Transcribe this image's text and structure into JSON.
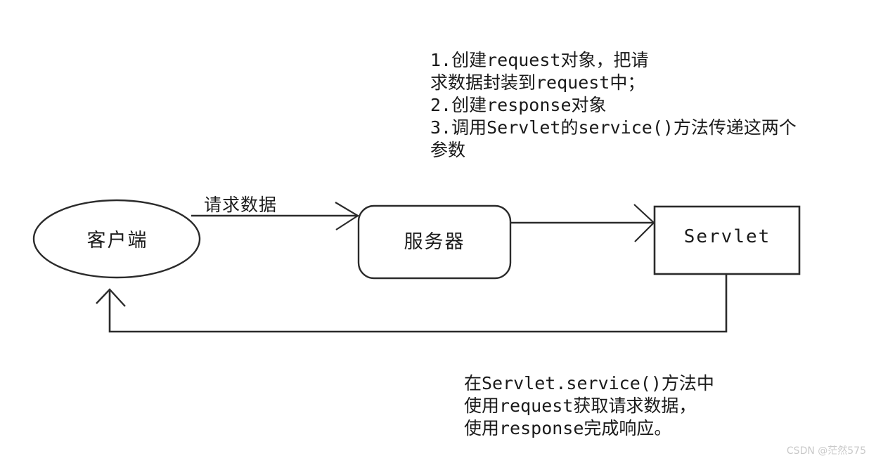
{
  "diagram": {
    "background_color": "#ffffff",
    "stroke_color": "#2b2b2b",
    "text_color": "#1a1a1a",
    "nodes": [
      {
        "id": "client",
        "label": "客户端",
        "shape": "ellipse"
      },
      {
        "id": "server",
        "label": "服务器",
        "shape": "rounded-rectangle"
      },
      {
        "id": "servlet",
        "label": "Servlet",
        "shape": "rectangle"
      }
    ],
    "edges": [
      {
        "id": "client-to-server",
        "label": "请求数据",
        "from": "client",
        "to": "server",
        "direction": "right"
      },
      {
        "id": "server-to-servlet",
        "label": "",
        "from": "server",
        "to": "servlet",
        "direction": "right"
      },
      {
        "id": "servlet-to-client",
        "label": "",
        "from": "servlet",
        "to": "client",
        "direction": "up"
      }
    ]
  },
  "annotations": {
    "top": "1.创建request对象，把请\n求数据封装到request中；\n2.创建response对象\n3.调用Servlet的service()方法传递这两个\n参数",
    "bottom": "在Servlet.service()方法中\n使用request获取请求数据，\n使用response完成响应。"
  },
  "watermark": {
    "text": "CSDN @茫然575",
    "color": "#c9c9c9"
  }
}
